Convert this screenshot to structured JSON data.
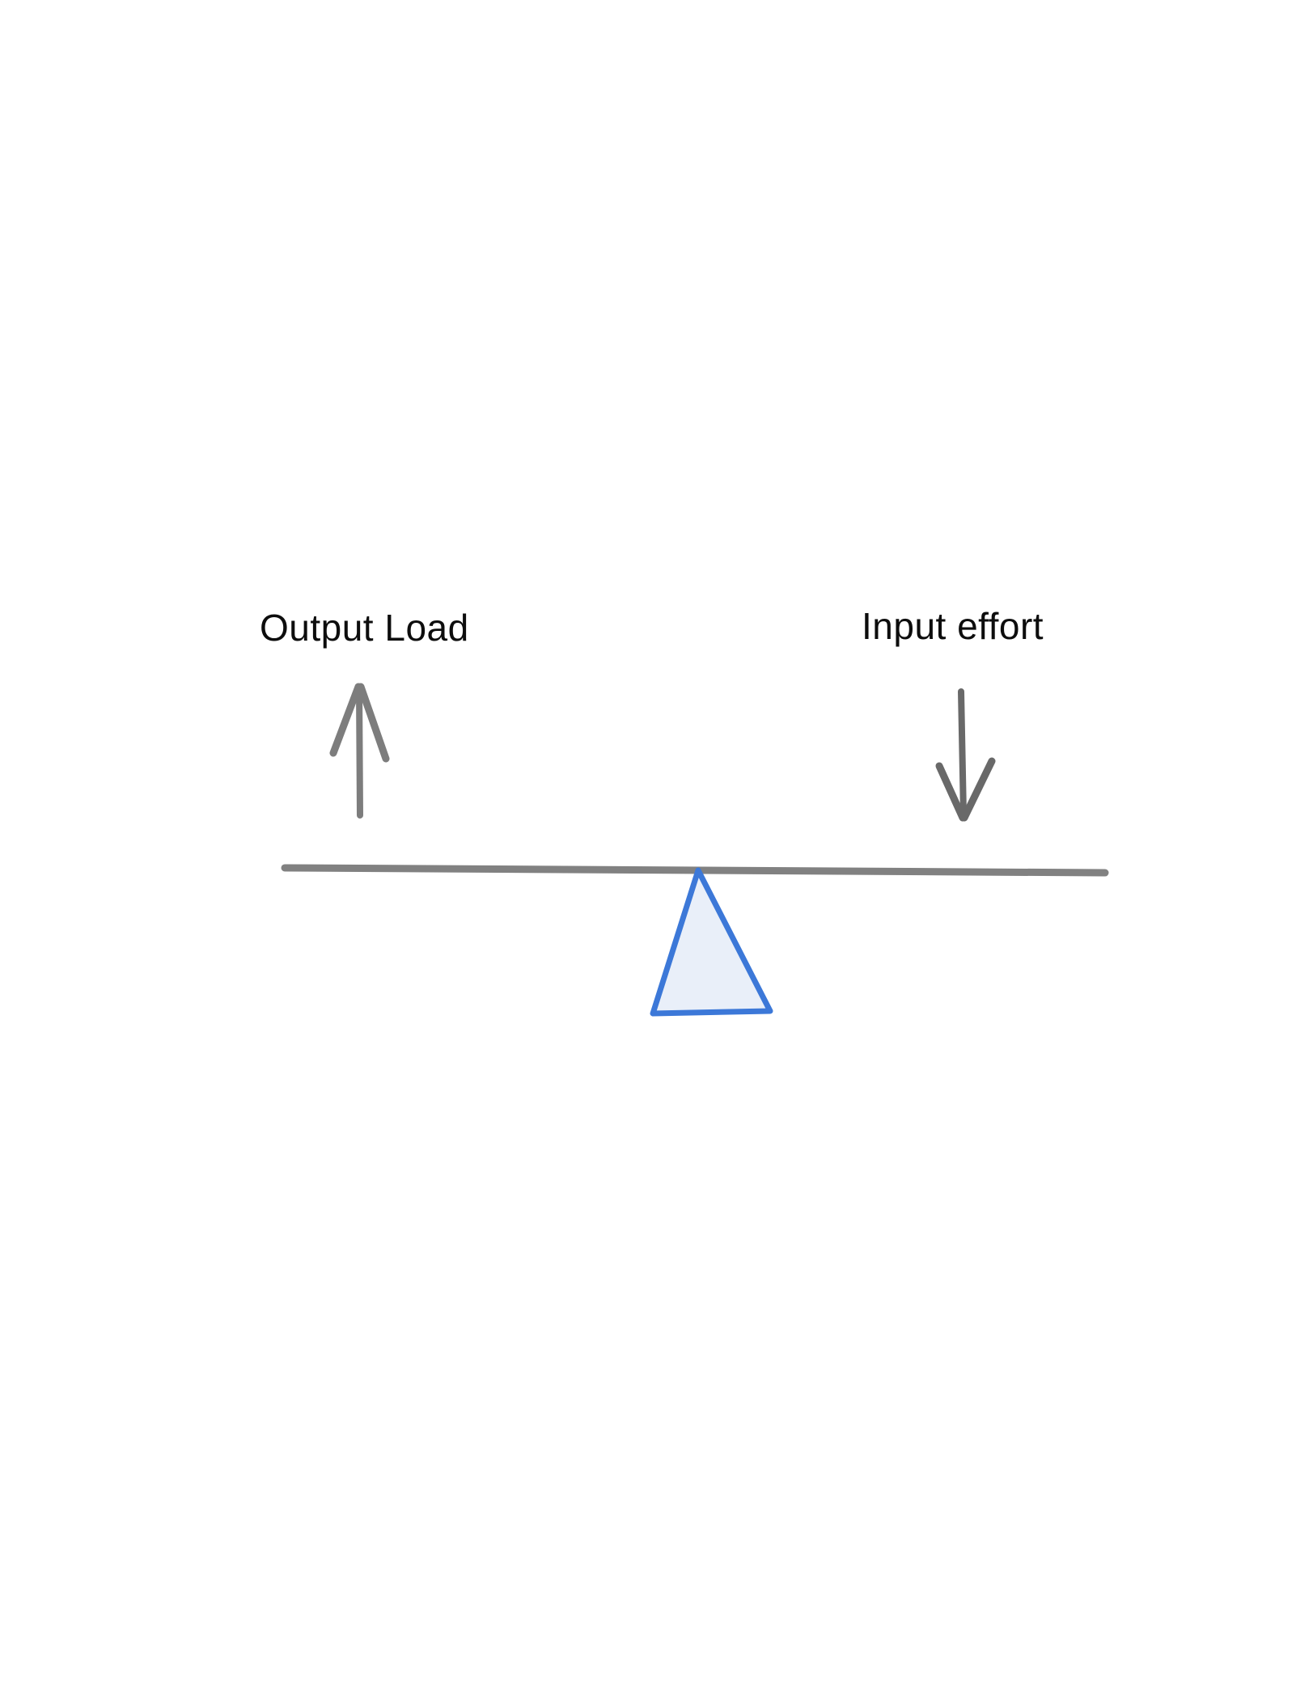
{
  "diagram": {
    "type": "lever-balance-diagram",
    "output_label": "Output Load",
    "input_label": "Input effort",
    "output_arrow_direction": "up",
    "input_arrow_direction": "down",
    "fulcrum_shape": "triangle"
  },
  "colors": {
    "background": "#ffffff",
    "text": "#0d0d0d",
    "output_arrow": "#7d7d7d",
    "input_arrow": "#696969",
    "lever_bar": "#818181",
    "fulcrum_stroke": "#3c78d8",
    "fulcrum_fill": "#e9eff9"
  }
}
